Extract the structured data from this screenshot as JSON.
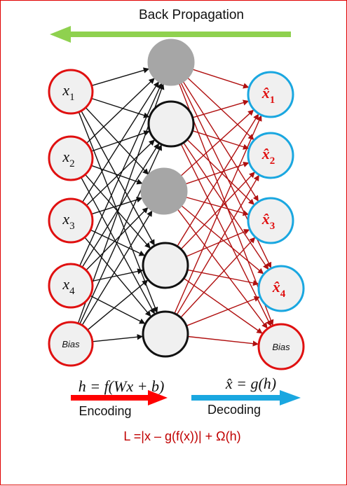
{
  "title": "Back Propagation",
  "inputs": [
    {
      "var": "x",
      "sub": "1"
    },
    {
      "var": "x",
      "sub": "2"
    },
    {
      "var": "x",
      "sub": "3"
    },
    {
      "var": "x",
      "sub": "4"
    },
    {
      "var": "",
      "sub": "",
      "text": "Bias"
    }
  ],
  "outputs": [
    {
      "var": "x̂",
      "sub": "1"
    },
    {
      "var": "x̂",
      "sub": "2"
    },
    {
      "var": "x̂",
      "sub": "3"
    },
    {
      "var": "x̂",
      "sub": "4"
    },
    {
      "var": "",
      "sub": "",
      "text": "Bias"
    }
  ],
  "hidden_nodes": [
    "filled",
    "empty",
    "filled",
    "empty",
    "empty"
  ],
  "formulas": {
    "encoding_eq": "h = f(Wx + b)",
    "decoding_eq": "x̂ = g(h)",
    "loss": "L =|x – g(f(x))| + Ω(h)"
  },
  "labels": {
    "encoding": "Encoding",
    "decoding": "Decoding"
  },
  "colors": {
    "input_border": "#e01010",
    "output_border": "#1aa7e0",
    "hidden_border": "#111111",
    "hidden_fill_gray": "#a6a6a6",
    "node_fill": "#f0f0f0",
    "encoder_lines": "#111111",
    "decoder_lines": "#b01010",
    "back_arrow": "#8fd14f",
    "encoding_arrow": "#ff0000",
    "decoding_arrow": "#1aa7e0",
    "output_label": "#e01010",
    "loss_text": "#c00000"
  }
}
